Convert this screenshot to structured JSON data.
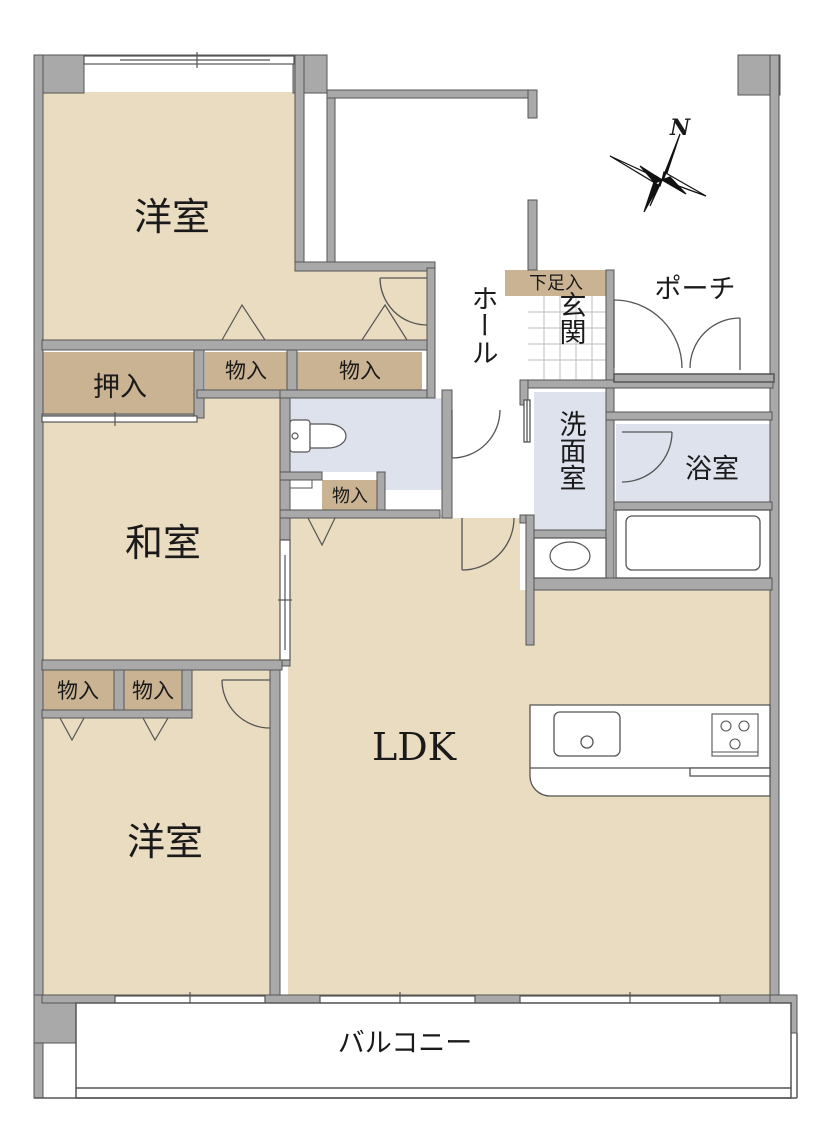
{
  "rooms": {
    "western_room_1": "洋室",
    "western_room_2": "洋室",
    "japanese_room": "和室",
    "ldk": "LDK",
    "hall": "ホール",
    "entrance": "玄関",
    "shoe_storage": "下足入",
    "porch": "ポーチ",
    "washroom": "洗面室",
    "bathroom": "浴室",
    "balcony": "バルコニー",
    "futon_closet": "押入",
    "storage": "物入"
  },
  "compass": {
    "north_label": "N"
  },
  "colors": {
    "room_floor": "#e9dcc0",
    "closet": "#c9b393",
    "wet_area": "#dde2ec",
    "wall": "#a9a9a9",
    "outline": "#555555"
  }
}
